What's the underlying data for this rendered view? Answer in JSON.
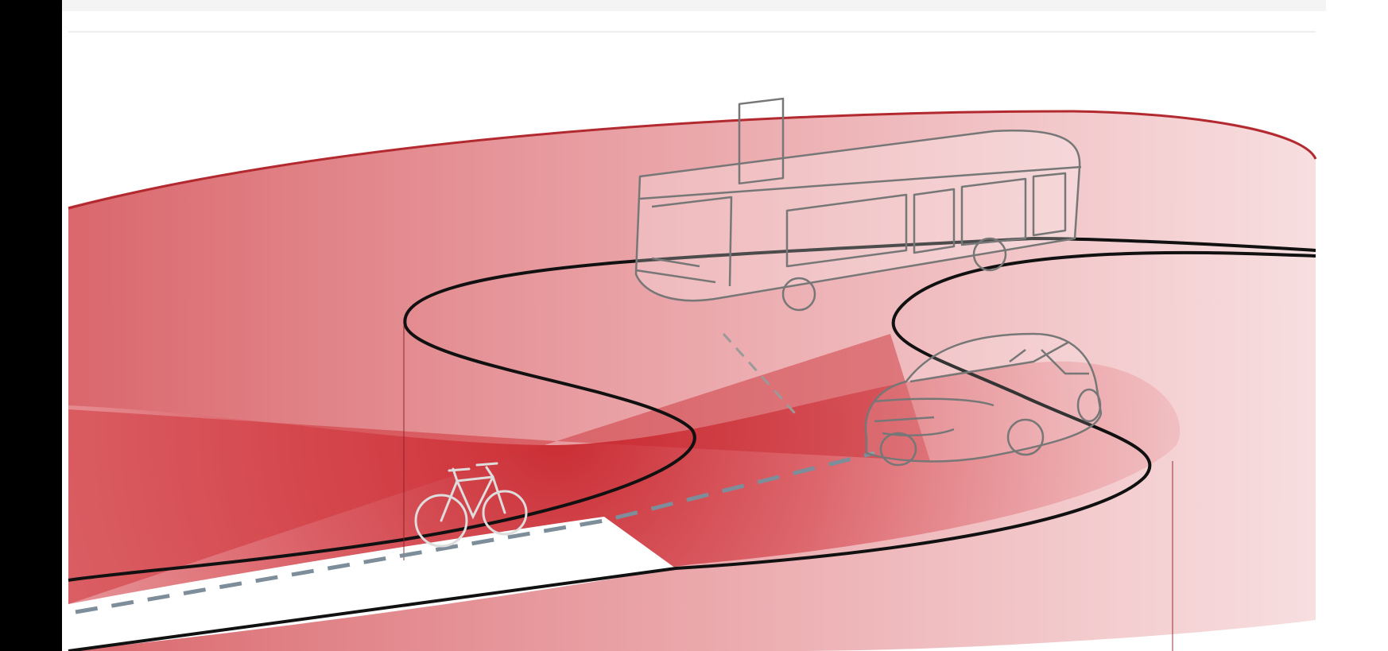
{
  "diagram": {
    "elements": [
      "road",
      "bicycle",
      "bus",
      "car",
      "sensor-zone"
    ],
    "colors": {
      "zone_dark": "#c8252c",
      "zone_light": "#f6d6d8",
      "road": "#ffffff",
      "road_edge": "#111111",
      "lane_marking": "#7d8d99",
      "vehicle_outline": "#777777",
      "left_bar": "#000000"
    }
  }
}
